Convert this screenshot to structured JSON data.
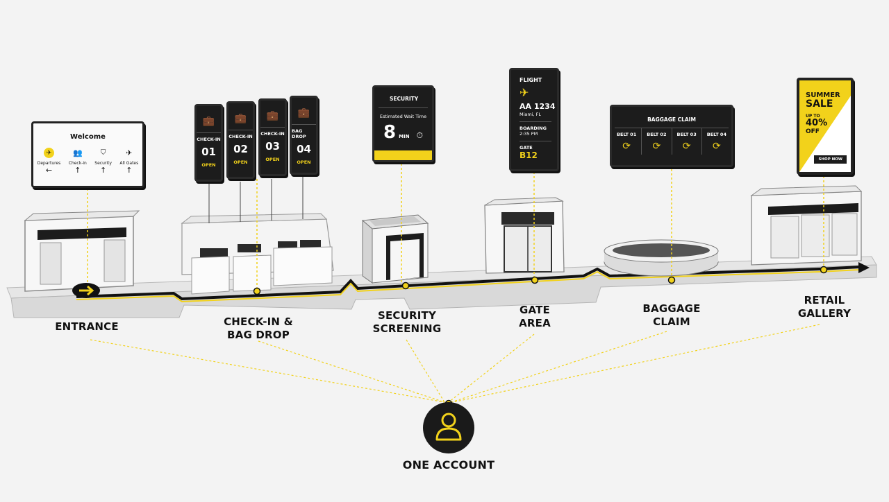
{
  "journey": {
    "stops": [
      {
        "label": "ENTRANCE"
      },
      {
        "label": "CHECK-IN &\nBAG DROP"
      },
      {
        "label": "SECURITY\nSCREENING"
      },
      {
        "label": "GATE\nAREA"
      },
      {
        "label": "BAGGAGE\nCLAIM"
      },
      {
        "label": "RETAIL\nGALLERY"
      }
    ],
    "hub_label": "ONE ACCOUNT",
    "accent": "#f2d21b"
  },
  "welcome_sign": {
    "title": "Welcome",
    "items": [
      {
        "label": "Departures",
        "icon": "airplane-departure-icon",
        "arrow": "←"
      },
      {
        "label": "Check-in",
        "icon": "people-icon",
        "arrow": "↑"
      },
      {
        "label": "Security",
        "icon": "shield-icon",
        "arrow": "↑"
      },
      {
        "label": "All Gates",
        "icon": "airplane-icon",
        "arrow": "↑"
      }
    ]
  },
  "counters": [
    {
      "title": "CHECK-IN",
      "number": "01",
      "status": "OPEN"
    },
    {
      "title": "CHECK-IN",
      "number": "02",
      "status": "OPEN"
    },
    {
      "title": "CHECK-IN",
      "number": "03",
      "status": "OPEN"
    },
    {
      "title": "BAG DROP",
      "number": "04",
      "status": "OPEN"
    }
  ],
  "security_sign": {
    "title": "SECURITY",
    "subtitle": "Estimated Wait Time",
    "value": "8",
    "unit": "MIN"
  },
  "flight_sign": {
    "title": "FLIGHT",
    "flight": "AA 1234",
    "destination": "Miami, FL",
    "boarding_label": "BOARDING",
    "boarding_time": "2:35 PM",
    "gate_label": "GATE",
    "gate": "B12"
  },
  "baggage_sign": {
    "title": "BAGGAGE CLAIM",
    "belts": [
      "BELT 01",
      "BELT 02",
      "BELT 03",
      "BELT 04"
    ]
  },
  "retail_sign": {
    "line1": "SUMMER",
    "line2": "SALE",
    "line3": "UP TO",
    "line4": "40%",
    "line5": "OFF",
    "button": "SHOP NOW"
  }
}
